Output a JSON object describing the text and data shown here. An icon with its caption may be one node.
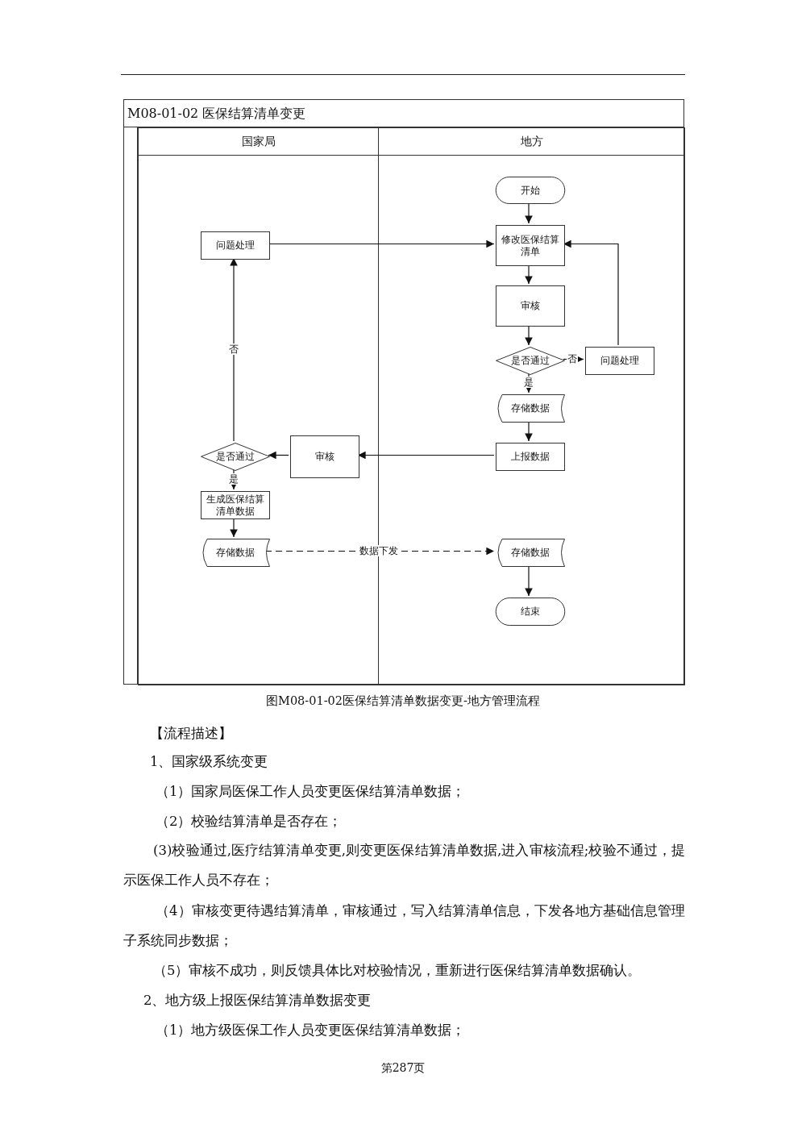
{
  "diagram": {
    "caption": "图M08-01-02医保结算清单数据变更-地方管理流程",
    "nodes": [
      {
        "text": [
          "M08-01-02 医保结算清单变更"
        ]
      },
      {
        "text": [
          "国家局"
        ],
        "in": 0
      },
      {
        "text": [
          "地方"
        ],
        "in": 0
      },
      {
        "text": [
          "开始"
        ],
        "in": 2
      },
      {
        "text": [
          "问题处理"
        ],
        "in": 1
      },
      {
        "text": [
          "修改医保结算清单"
        ],
        "in": 2
      },
      {
        "text": [
          "审核"
        ],
        "in": 2
      },
      {
        "text": [
          "是否通过"
        ],
        "in": 2
      },
      {
        "text": [
          "问题处理"
        ],
        "in": 2
      },
      {
        "text": [
          "存储数据"
        ],
        "in": 2
      },
      {
        "text": [
          "是否通过"
        ],
        "in": 1
      },
      {
        "text": [
          "审核"
        ],
        "in": 1
      },
      {
        "text": [
          "上报数据"
        ],
        "in": 2
      },
      {
        "text": [
          "生成医保结算清单数据"
        ],
        "in": 1
      },
      {
        "text": [
          "存储数据"
        ],
        "in": 1
      },
      {
        "text": [
          "存储数据"
        ],
        "in": 2
      },
      {
        "text": [
          "结束"
        ],
        "in": 2
      }
    ],
    "edges": [
      {
        "from": 3,
        "to": 5,
        "arrow": "to"
      },
      {
        "from": 4,
        "to": 5,
        "arrow": "to"
      },
      {
        "from": 5,
        "to": 6,
        "arrow": "to"
      },
      {
        "from": 6,
        "to": 7,
        "arrow": "to"
      },
      {
        "from": 7,
        "to": 8,
        "arrow": "to",
        "label": "否"
      },
      {
        "from": 8,
        "to": 5,
        "arrow": "to"
      },
      {
        "from": 7,
        "to": 9,
        "arrow": "to",
        "label": "是"
      },
      {
        "from": 9,
        "to": 12,
        "arrow": "to"
      },
      {
        "from": 12,
        "to": 11,
        "arrow": "to"
      },
      {
        "from": 11,
        "to": 10,
        "arrow": "to"
      },
      {
        "from": 10,
        "to": 4,
        "arrow": "to",
        "label": "否"
      },
      {
        "from": 10,
        "to": 13,
        "arrow": "to",
        "label": "是"
      },
      {
        "from": 13,
        "to": 14,
        "arrow": "to"
      },
      {
        "from": 14,
        "to": 15,
        "arrow": "to",
        "label": "数据下发",
        "style": "dashed"
      },
      {
        "from": 15,
        "to": 16,
        "arrow": "to"
      }
    ],
    "labels": [
      "【流程描述】",
      "1、国家级系统变更",
      "（1）国家局医保工作人员变更医保结算清单数据；",
      "（2）校验结算清单是否存在；",
      "(3)校验通过,医疗结算清单变更,则变更医保结算清单数据,进入审核流程;校验不通过，提示医保工作人员不存在；",
      "（4）审核变更待遇结算清单，审核通过，写入结算清单信息，下发各地方基础信息管理子系统同步数据；",
      "（5）审核不成功，则反馈具体比对校验情况，重新进行医保结算清单数据确认。",
      "2、地方级上报医保结算清单数据变更",
      "（1）地方级医保工作人员变更医保结算清单数据；",
      "第287页"
    ]
  }
}
